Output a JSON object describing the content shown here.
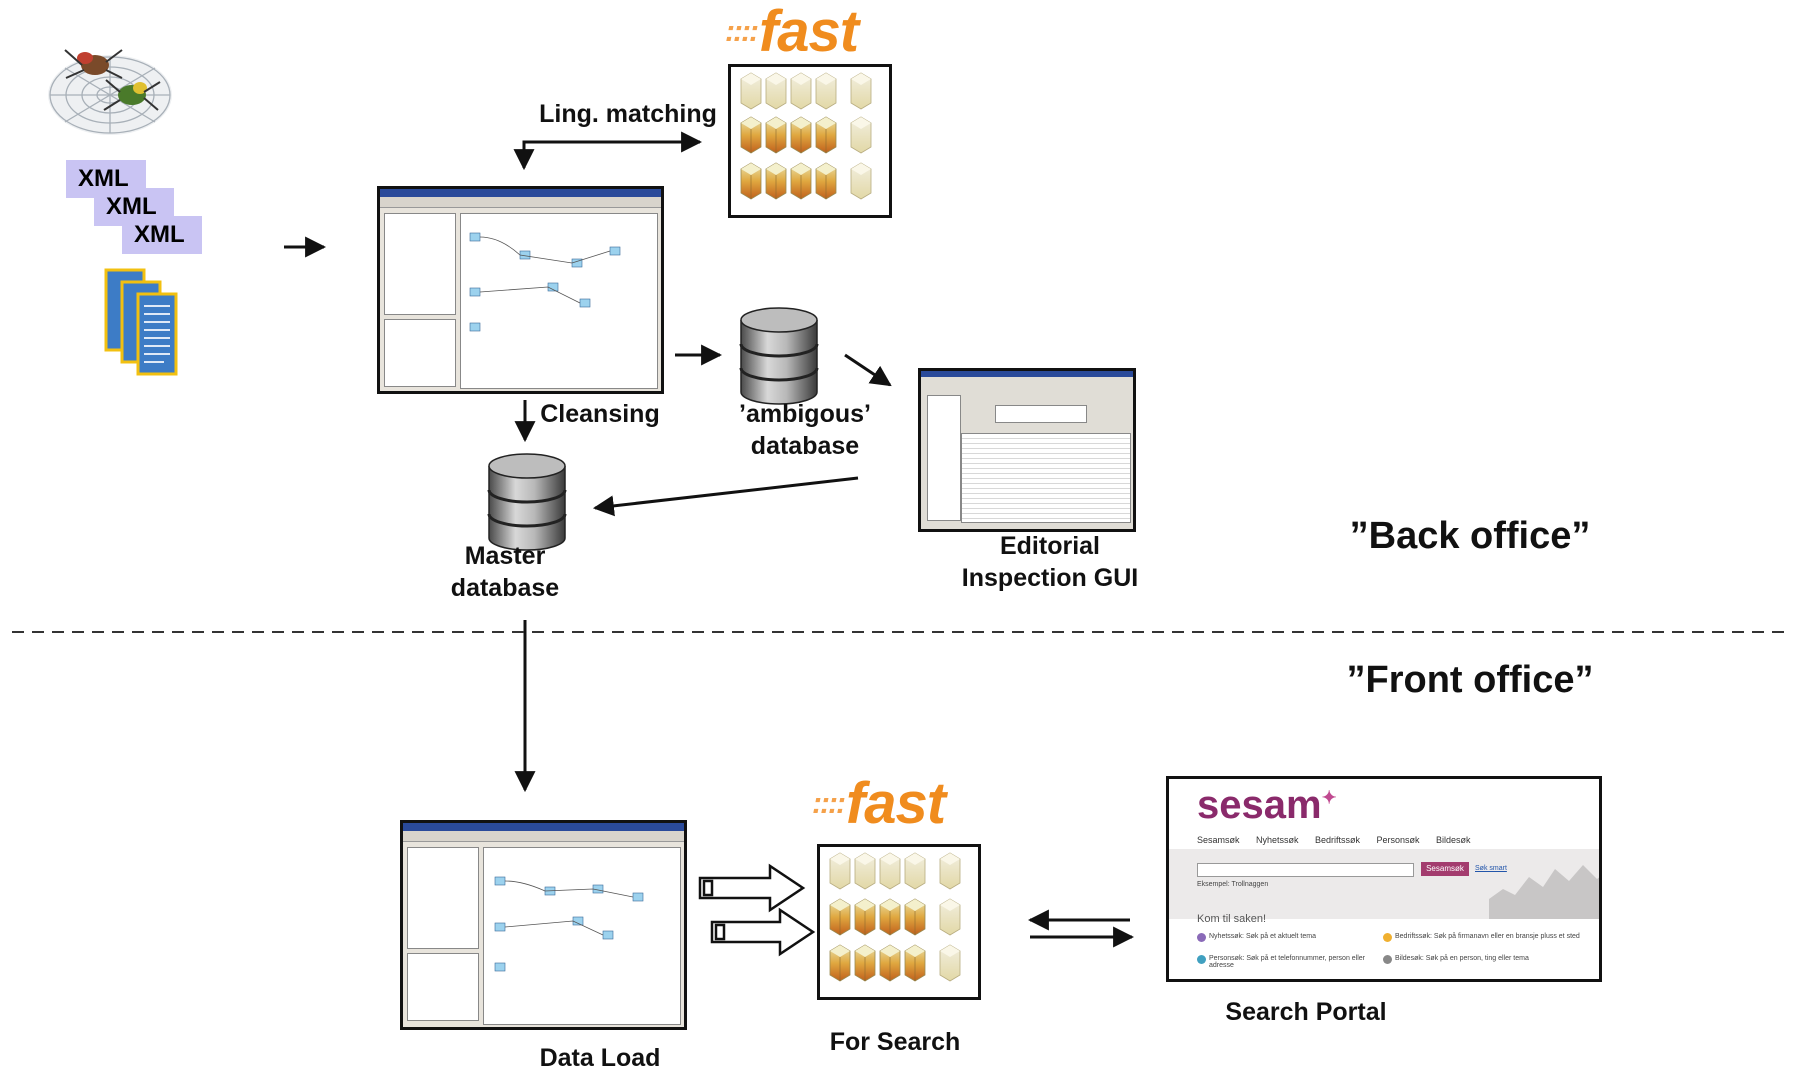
{
  "labels": {
    "ling_matching": "Ling. matching",
    "cleansing": "Cleansing",
    "ambiguous_db_line1": "’ambigous’",
    "ambiguous_db_line2": "database",
    "master_db_line1": "Master",
    "master_db_line2": "database",
    "editorial_line1": "Editorial",
    "editorial_line2": "Inspection GUI",
    "back_office": "”Back office”",
    "front_office": "”Front office”",
    "data_load": "Data Load",
    "for_search": "For Search",
    "search_portal": "Search Portal"
  },
  "xml_tags": [
    "XML",
    "XML",
    "XML"
  ],
  "fast_logo": {
    "dots": "::::",
    "word": "fast"
  },
  "portal": {
    "logo": "sesam",
    "tabs": "Sesamsøk Nyhetssøk Bedriftssøk Personsøk Bildesøk",
    "button": "Sesamsøk",
    "link": "Søk smart",
    "example": "Eksempel: Trollnaggen",
    "welcome": "Kom til saken!",
    "item1": "Nyhetssøk: Søk på et aktuelt tema",
    "item2": "Bedriftssøk: Søk på firmanavn eller en bransje pluss et sted",
    "item3": "Personsøk: Søk på et telefonnummer, person eller adresse",
    "item4": "Bildesøk: Søk på en person, ting eller tema"
  },
  "colors": {
    "xml_bg": "#c9c4f3",
    "fast_orange": "#f08c1e",
    "doc_blue": "#3d7cc6",
    "sesam_purple": "#8a2a6b"
  },
  "icons": [
    "spider-web-icon",
    "document-stack-icon",
    "database-icon",
    "server-rack-icon",
    "arrow-icon",
    "hollow-arrow-icon"
  ]
}
